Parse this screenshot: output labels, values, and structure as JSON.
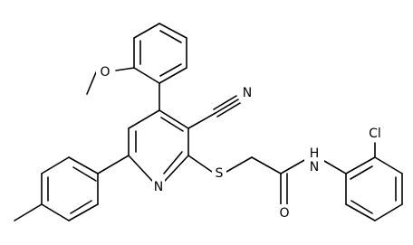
{
  "molecule": {
    "atoms": {
      "N_pyridine": "N",
      "S_thioether": "S",
      "N_nitrile": "N",
      "O_methoxy": "O",
      "O_carbonyl": "O",
      "N_amide": "N",
      "H_amide": "H",
      "Cl": "Cl"
    }
  }
}
